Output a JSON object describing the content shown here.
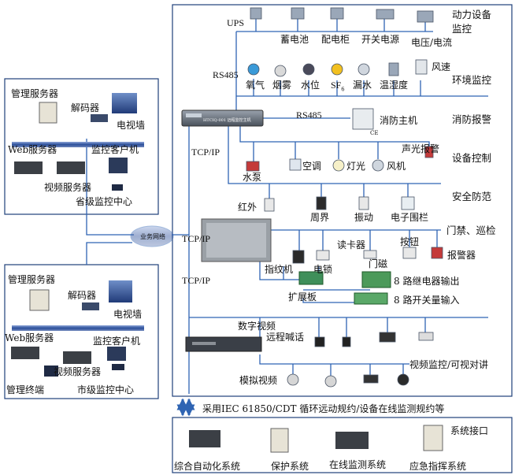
{
  "colors": {
    "line": "#2f64b3",
    "box": "#1f3f7a",
    "text": "#111111",
    "cloud": "#bfd4ef"
  },
  "power": {
    "label": "动力设备\n监控",
    "ups": "UPS",
    "battery": "蓄电池",
    "cabinet": "配电柜",
    "psu": "开关电源",
    "voltage": "电压/电流"
  },
  "env": {
    "label": "环境监控",
    "rs485": "RS485",
    "oxygen": "氧气",
    "smoke": "烟雾",
    "water_level": "水位",
    "sf6": "SF",
    "sf6_sub": "6",
    "leak": "漏水",
    "humidity": "温湿度",
    "wind": "风速"
  },
  "device_label": "HTCIQ-001 远程监控主机",
  "fire": {
    "label": "消防报警",
    "rs485": "RS485",
    "host": "消防主机",
    "ce": "CE"
  },
  "control": {
    "label": "设备控制",
    "sound_light": "声光报警",
    "pump": "水泵",
    "ac": "空调",
    "light": "灯光",
    "fan": "风机"
  },
  "security": {
    "label": "安全防范",
    "infrared": "红外",
    "perimeter": "周界",
    "vibration": "振动",
    "fence": "电子围栏"
  },
  "access": {
    "label": "门禁、巡检",
    "reader": "读卡器",
    "door_magnet": "门磁",
    "button": "按钮",
    "alarm": "报警器",
    "fingerprint": "指纹机",
    "lock": "电锁",
    "expansion": "扩展板",
    "relay": "8 路继电器输出",
    "switch_in": "8 路开关量输入"
  },
  "video": {
    "digital": "数字视频",
    "intercom": "远程喊话",
    "analog": "模拟视频",
    "label": "视频监控/可视对讲"
  },
  "net": {
    "tcpip_1": "TCP/IP",
    "tcpip_2": "TCP/IP",
    "tcpip_3": "TCP/IP",
    "cloud": "业务网络"
  },
  "province": {
    "mgmt_server": "管理服务器",
    "decoder": "解码器",
    "tv_wall": "电视墙",
    "web_server": "Web服务器",
    "client": "监控客户机",
    "video_server": "视频服务器",
    "center": "省级监控中心"
  },
  "city": {
    "mgmt_server": "管理服务器",
    "decoder": "解码器",
    "tv_wall": "电视墙",
    "web_server": "Web服务器",
    "client": "监控客户机",
    "video_server": "视频服务器",
    "terminal": "管理终端",
    "center": "市级监控中心"
  },
  "bottom": {
    "protocol": "采用IEC 61850/CDT 循环远动规约/设备在线监测规约等",
    "interface": "系统接口",
    "auto": "综合自动化系统",
    "protect": "保护系统",
    "online": "在线监测系统",
    "emergency": "应急指挥系统"
  }
}
